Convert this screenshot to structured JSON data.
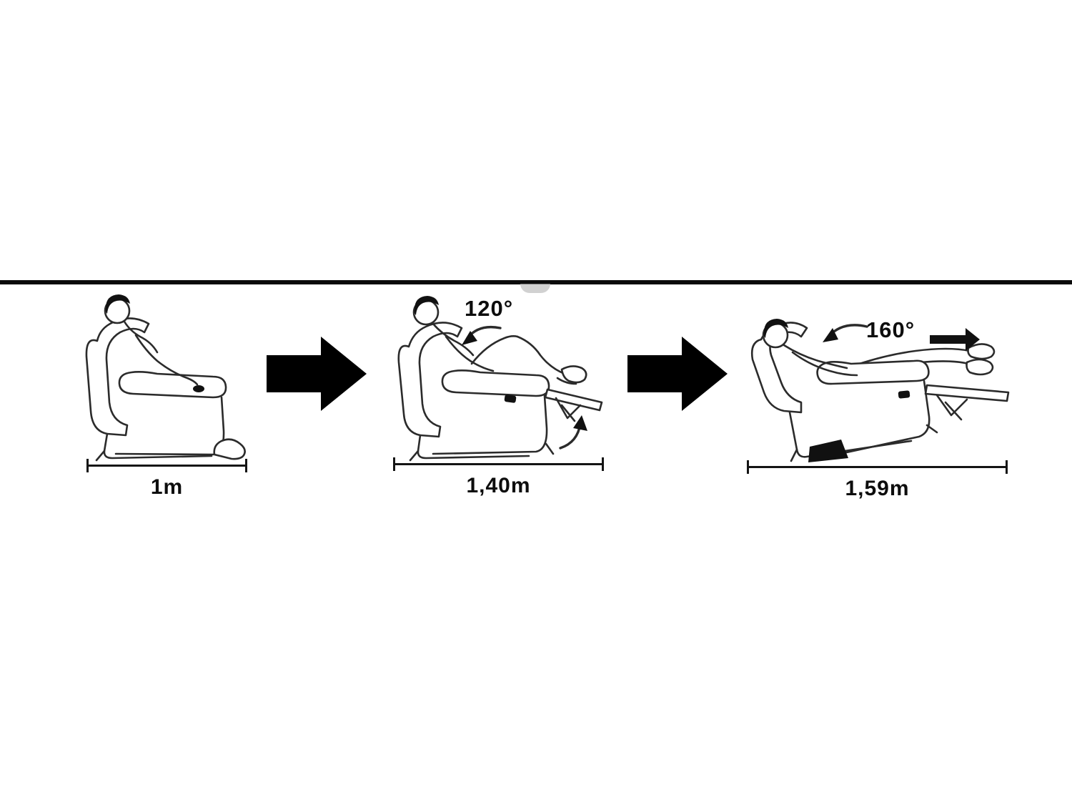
{
  "figure": {
    "description_labels_only": "recliner three-position size diagram",
    "stages": [
      {
        "name": "upright",
        "dimension": "1m"
      },
      {
        "name": "recline-120",
        "angle": "120°",
        "dimension": "1,40m"
      },
      {
        "name": "recline-160",
        "angle": "160°",
        "dimension": "1,59m"
      }
    ],
    "colors": {
      "line": "#2b2b2b",
      "arrow": "#000000",
      "background": "#ffffff",
      "divider": "#0a0a0a"
    }
  }
}
